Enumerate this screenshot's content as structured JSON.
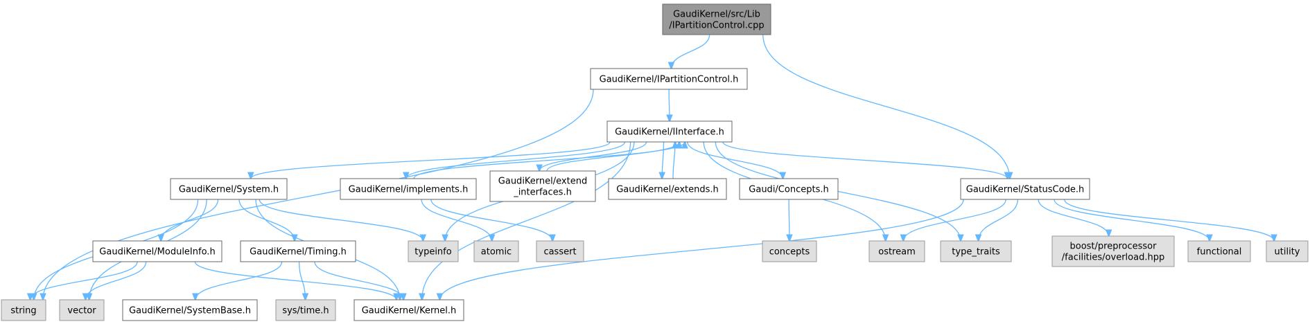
{
  "colors": {
    "root_fill": "#999999",
    "root_stroke": "#666666",
    "header_fill": "#ffffff",
    "header_stroke": "#666666",
    "system_fill": "#e0e0e0",
    "system_stroke": "#999999",
    "edge": "#63b8ff"
  },
  "nodes": [
    {
      "id": "root",
      "kind": "root",
      "lines": [
        "GaudiKernel/src/Lib",
        "/IPartitionControl.cpp"
      ]
    },
    {
      "id": "ipc",
      "kind": "header",
      "lines": [
        "GaudiKernel/IPartitionControl.h"
      ]
    },
    {
      "id": "iinterface",
      "kind": "header",
      "lines": [
        "GaudiKernel/IInterface.h"
      ]
    },
    {
      "id": "system",
      "kind": "header",
      "lines": [
        "GaudiKernel/System.h"
      ]
    },
    {
      "id": "implements",
      "kind": "header",
      "lines": [
        "GaudiKernel/implements.h"
      ]
    },
    {
      "id": "extend_interfaces",
      "kind": "header",
      "lines": [
        "GaudiKernel/extend",
        "_interfaces.h"
      ]
    },
    {
      "id": "extends",
      "kind": "header",
      "lines": [
        "GaudiKernel/extends.h"
      ]
    },
    {
      "id": "concepts_h",
      "kind": "header",
      "lines": [
        "Gaudi/Concepts.h"
      ]
    },
    {
      "id": "statuscode",
      "kind": "header",
      "lines": [
        "GaudiKernel/StatusCode.h"
      ]
    },
    {
      "id": "moduleinfo",
      "kind": "header",
      "lines": [
        "GaudiKernel/ModuleInfo.h"
      ]
    },
    {
      "id": "timing",
      "kind": "header",
      "lines": [
        "GaudiKernel/Timing.h"
      ]
    },
    {
      "id": "typeinfo",
      "kind": "system",
      "lines": [
        "typeinfo"
      ]
    },
    {
      "id": "atomic",
      "kind": "system",
      "lines": [
        "atomic"
      ]
    },
    {
      "id": "cassert",
      "kind": "system",
      "lines": [
        "cassert"
      ]
    },
    {
      "id": "concepts",
      "kind": "system",
      "lines": [
        "concepts"
      ]
    },
    {
      "id": "ostream",
      "kind": "system",
      "lines": [
        "ostream"
      ]
    },
    {
      "id": "type_traits",
      "kind": "system",
      "lines": [
        "type_traits"
      ]
    },
    {
      "id": "boost",
      "kind": "system",
      "lines": [
        "boost/preprocessor",
        "/facilities/overload.hpp"
      ]
    },
    {
      "id": "functional",
      "kind": "system",
      "lines": [
        "functional"
      ]
    },
    {
      "id": "utility",
      "kind": "system",
      "lines": [
        "utility"
      ]
    },
    {
      "id": "string",
      "kind": "system",
      "lines": [
        "string"
      ]
    },
    {
      "id": "vector",
      "kind": "system",
      "lines": [
        "vector"
      ]
    },
    {
      "id": "systembase",
      "kind": "header",
      "lines": [
        "GaudiKernel/SystemBase.h"
      ]
    },
    {
      "id": "systime",
      "kind": "system",
      "lines": [
        "sys/time.h"
      ]
    },
    {
      "id": "kernel",
      "kind": "header",
      "lines": [
        "GaudiKernel/Kernel.h"
      ]
    }
  ],
  "edges": [
    {
      "from": "root",
      "to": "ipc"
    },
    {
      "from": "root",
      "to": "statuscode"
    },
    {
      "from": "ipc",
      "to": "iinterface"
    },
    {
      "from": "ipc",
      "to": "string"
    },
    {
      "from": "iinterface",
      "to": "system"
    },
    {
      "from": "iinterface",
      "to": "implements"
    },
    {
      "from": "iinterface",
      "to": "extend_interfaces"
    },
    {
      "from": "iinterface",
      "to": "extends"
    },
    {
      "from": "iinterface",
      "to": "concepts_h"
    },
    {
      "from": "iinterface",
      "to": "statuscode"
    },
    {
      "from": "iinterface",
      "to": "typeinfo"
    },
    {
      "from": "iinterface",
      "to": "ostream"
    },
    {
      "from": "iinterface",
      "to": "type_traits"
    },
    {
      "from": "iinterface",
      "to": "kernel"
    },
    {
      "from": "implements",
      "to": "iinterface"
    },
    {
      "from": "implements",
      "to": "atomic"
    },
    {
      "from": "implements",
      "to": "cassert"
    },
    {
      "from": "extend_interfaces",
      "to": "iinterface"
    },
    {
      "from": "extends",
      "to": "iinterface"
    },
    {
      "from": "concepts_h",
      "to": "concepts"
    },
    {
      "from": "system",
      "to": "moduleinfo"
    },
    {
      "from": "system",
      "to": "timing"
    },
    {
      "from": "system",
      "to": "typeinfo"
    },
    {
      "from": "system",
      "to": "string"
    },
    {
      "from": "system",
      "to": "vector"
    },
    {
      "from": "system",
      "to": "kernel"
    },
    {
      "from": "moduleinfo",
      "to": "string"
    },
    {
      "from": "moduleinfo",
      "to": "vector"
    },
    {
      "from": "moduleinfo",
      "to": "kernel"
    },
    {
      "from": "timing",
      "to": "systembase"
    },
    {
      "from": "timing",
      "to": "systime"
    },
    {
      "from": "timing",
      "to": "kernel"
    },
    {
      "from": "statuscode",
      "to": "ostream"
    },
    {
      "from": "statuscode",
      "to": "type_traits"
    },
    {
      "from": "statuscode",
      "to": "boost"
    },
    {
      "from": "statuscode",
      "to": "functional"
    },
    {
      "from": "statuscode",
      "to": "utility"
    },
    {
      "from": "statuscode",
      "to": "kernel"
    }
  ]
}
